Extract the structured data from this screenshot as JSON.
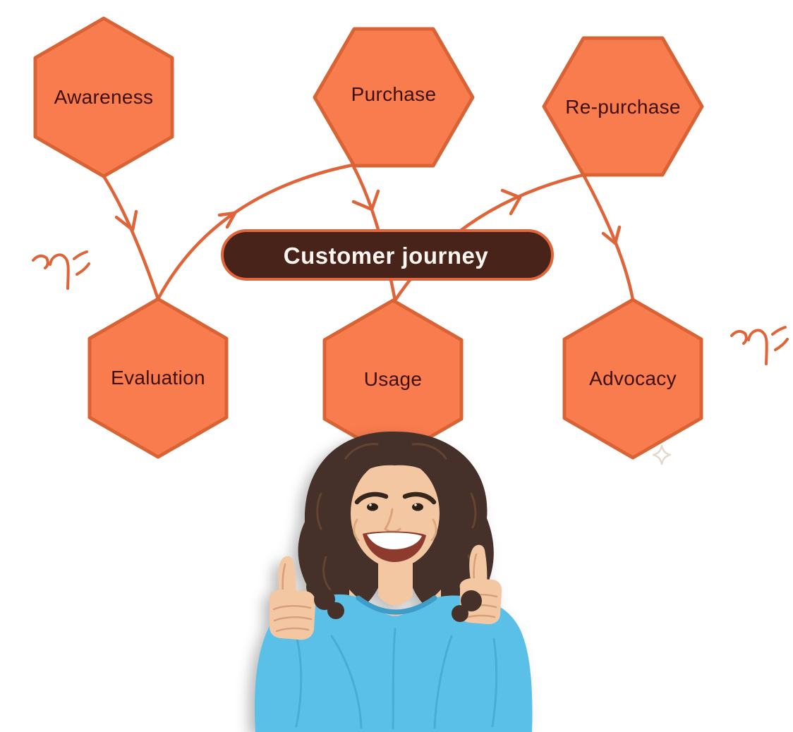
{
  "title": "Customer journey diagram",
  "center": {
    "label": "Customer journey"
  },
  "stages": [
    {
      "label": "Awareness"
    },
    {
      "label": "Purchase"
    },
    {
      "label": "Re-purchase"
    },
    {
      "label": "Evaluation"
    },
    {
      "label": "Usage"
    },
    {
      "label": "Advocacy"
    }
  ],
  "arrows": [
    {
      "from": "Awareness",
      "to": "Evaluation"
    },
    {
      "from": "Evaluation",
      "to": "Purchase"
    },
    {
      "from": "Purchase",
      "to": "Usage"
    },
    {
      "from": "Usage",
      "to": "Re-purchase"
    },
    {
      "from": "Re-purchase",
      "to": "Advocacy"
    }
  ],
  "decorations": [
    {
      "name": "bounce-doodle-left"
    },
    {
      "name": "bounce-doodle-right"
    },
    {
      "name": "sparkle"
    }
  ],
  "photo": {
    "description": "Smiling woman with curly brown hair in a light blue sweater giving two thumbs up"
  },
  "colors": {
    "background": "#FFFFFF",
    "hexagon_fill": "#F97C4F",
    "hexagon_border": "#D96334",
    "stage_text": "#3F1009",
    "arrow": "#E0643A",
    "pill_fill": "#47231A",
    "pill_border": "#E2653B",
    "pill_text": "#FAF5EE",
    "sweater_blue": "#5BC0E8",
    "hair_brown": "#46302A",
    "skin": "#F4C7A3"
  }
}
